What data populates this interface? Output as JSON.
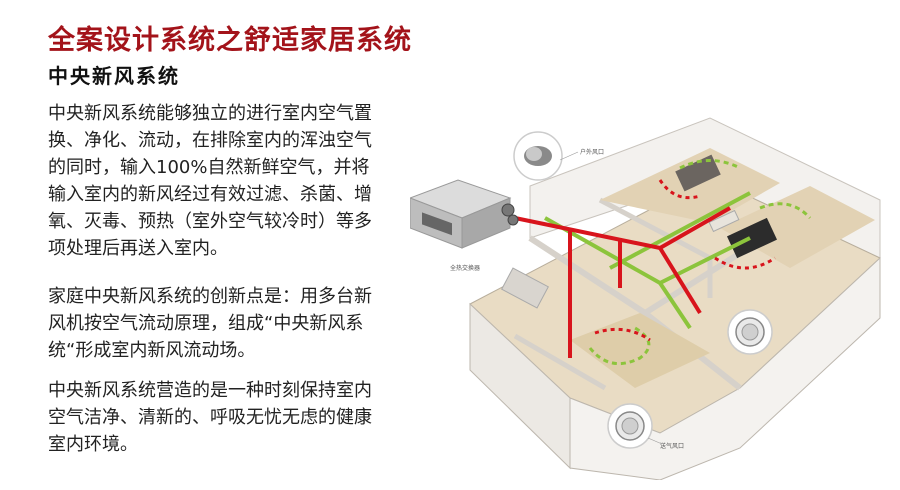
{
  "title": "全案设计系统之舒适家居系统",
  "subtitle": "中央新风系统",
  "paragraphs": [
    [
      "中央新风系统能够独立的进行室内空气置",
      "换、净化、流动，在排除室内的浑浊空气",
      "的同时，输入100%自然新鲜空气，并将",
      "输入室内的新风经过有效过滤、杀菌、增",
      "氧、灭毒、预热（室外空气较冷时）等多",
      "项处理后再送入室内。"
    ],
    [
      "家庭中央新风系统的创新点是：用多台新",
      "风机按空气流动原理，组成“中央新风系",
      "统“形成室内新风流动场。"
    ],
    [
      "中央新风系统营造的是一种时刻保持室内",
      "空气洁净、清新的、呼吸无忧无虑的健康",
      "室内环境。"
    ]
  ],
  "diagram": {
    "label_outdoor_vent": "户外风口",
    "label_exchanger": "全热交换器",
    "label_supply_vent": "送气风口",
    "colors": {
      "exhaust": "#d8141c",
      "fresh": "#8cc43c"
    }
  }
}
